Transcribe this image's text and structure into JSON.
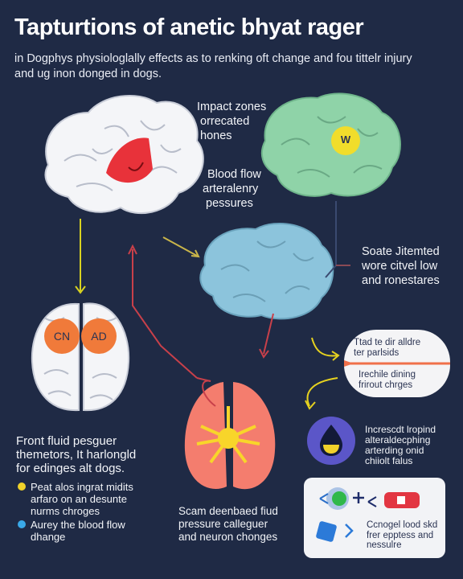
{
  "header": {
    "title": "Tapturtions of anetic bhyat rager",
    "subtitle_line1": "in Dogphys physiologlally effects as to renking oft change and fou tittelr injury",
    "subtitle_line2": "and ug inon donged in dogs."
  },
  "labels": {
    "impact_zones": [
      "Impact zones",
      "orrecated",
      "hones"
    ],
    "blood_flow": [
      "Blood flow",
      "arteralenry",
      "pessures"
    ],
    "soate": [
      "Soate Jitemted",
      "wore citvel low",
      "and ronestares"
    ],
    "front_fluid": [
      "Front fluid pesguer",
      "themetors, It harlongld",
      "for edinges alt dogs."
    ],
    "scam": [
      "Scam deenbaed fiud",
      "pressure calleguer",
      "and neuron chonges"
    ],
    "increased": [
      "Increscdt lropind",
      "alteraldecphing",
      "arterding onid",
      "chiiolt falus"
    ]
  },
  "hemisphere_badges": {
    "left": "CN",
    "right": "AD",
    "green_brain": "W"
  },
  "blood_note": {
    "top": [
      "Ttad te dir alldre",
      "ter parlsids"
    ],
    "bottom": [
      "Irechile dining",
      "frirout chrges"
    ]
  },
  "bullets": [
    {
      "color": "#f0d22a",
      "lines": [
        "Peat alos ingrat midits",
        "arfaro on an desunte",
        "nurms chroges"
      ]
    },
    {
      "color": "#3aa9e8",
      "lines": [
        "Aurey the blood flow",
        "dhange"
      ]
    }
  ],
  "legend": {
    "text": [
      "Ccnogel lood skd",
      "frer epptess and",
      "nessulre"
    ]
  },
  "colors": {
    "background": "#1f2a45",
    "brain_white": "#f4f5f8",
    "brain_green": "#8fd3a8",
    "brain_blue": "#8cc4dc",
    "impact_red": "#e8323a",
    "lung_coral": "#f47d6e",
    "badge_orange": "#f07a3a",
    "arrow_yellow": "#e6d21f",
    "arrow_red": "#c0404a"
  }
}
